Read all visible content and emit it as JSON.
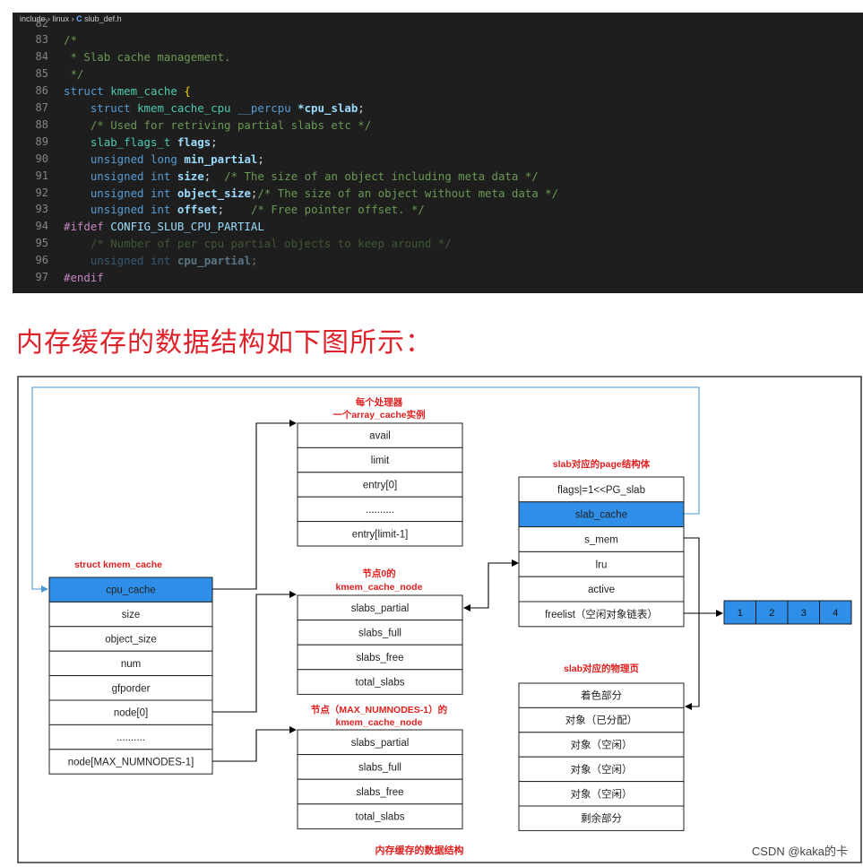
{
  "breadcrumb": {
    "dir1": "include",
    "dir2": "linux",
    "file_icon": "C",
    "file": "slub_def.h"
  },
  "code": {
    "line_numbers": [
      "82",
      "83",
      "84",
      "85",
      "86",
      "87",
      "88",
      "89",
      "90",
      "91",
      "92",
      "93",
      "94",
      "95",
      "96",
      "97"
    ],
    "lines": [
      "",
      "/*",
      " * Slab cache management.",
      " */",
      "struct kmem_cache {",
      "    struct kmem_cache_cpu __percpu *cpu_slab;",
      "    /* Used for retriving partial slabs etc */",
      "    slab_flags_t flags;",
      "    unsigned long min_partial;",
      "    unsigned int size;  /* The size of an object including meta data */",
      "    unsigned int object_size;/* The size of an object without meta data */",
      "    unsigned int offset;    /* Free pointer offset. */",
      "#ifdef CONFIG_SLUB_CPU_PARTIAL",
      "    /* Number of per cpu partial objects to keep around */",
      "    unsigned int cpu_partial;",
      "#endif"
    ]
  },
  "heading": "内存缓存的数据结构如下图所示：",
  "diagram": {
    "kmem_cache": {
      "title": "struct kmem_cache",
      "fields": [
        "cpu_cache",
        "size",
        "object_size",
        "num",
        "gfporder",
        "node[0]",
        "..........",
        "node[MAX_NUMNODES-1]"
      ]
    },
    "array_cache": {
      "title_line1": "每个处理器",
      "title_line2": "一个array_cache实例",
      "fields": [
        "avail",
        "limit",
        "entry[0]",
        "..........",
        "entry[limit-1]"
      ]
    },
    "node0": {
      "title_line1": "节点0的",
      "title_line2": "kmem_cache_node",
      "fields": [
        "slabs_partial",
        "slabs_full",
        "slabs_free",
        "total_slabs"
      ]
    },
    "nodeN": {
      "title_line1": "节点（MAX_NUMNODES-1）的",
      "title_line2": "kmem_cache_node",
      "fields": [
        "slabs_partial",
        "slabs_full",
        "slabs_free",
        "total_slabs"
      ]
    },
    "page": {
      "title": "slab对应的page结构体",
      "fields": [
        "flags|=1<<PG_slab",
        "slab_cache",
        "s_mem",
        "lru",
        "active",
        "freelist（空闲对象链表）"
      ]
    },
    "phys": {
      "title": "slab对应的物理页",
      "fields": [
        "着色部分",
        "对象（已分配）",
        "对象（空闲）",
        "对象（空闲）",
        "对象（空闲）",
        "剩余部分"
      ]
    },
    "freelist": [
      "1",
      "2",
      "3",
      "4"
    ],
    "caption": "内存缓存的数据结构",
    "credit": "CSDN @kaka的卡",
    "colors": {
      "highlight": "#2f8fe8",
      "title_red": "#e02020",
      "link_blue": "#4a9ad6"
    }
  }
}
